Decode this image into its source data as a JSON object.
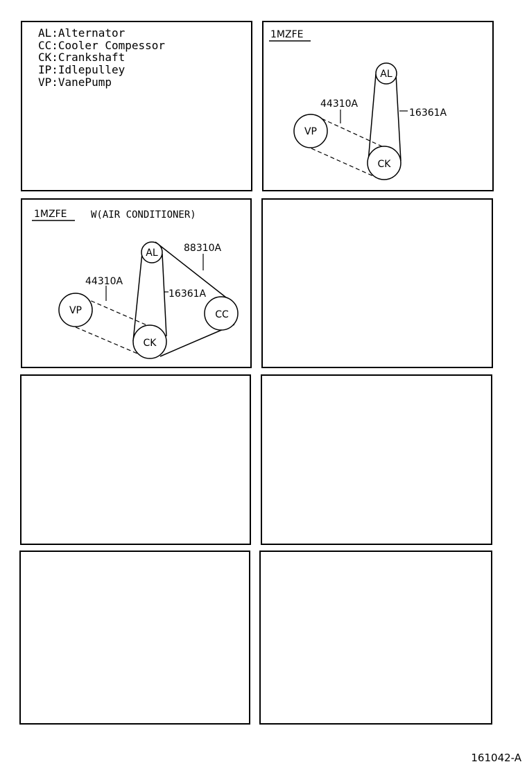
{
  "legend": [
    "AL:Alternator",
    "CC:Cooler Compessor",
    "CK:Crankshaft",
    "IP:Idlepulley",
    "VP:VanePump"
  ],
  "diagram1": {
    "title": "1MZFE",
    "pulleys": {
      "al": "AL",
      "vp": "VP",
      "ck": "CK"
    },
    "parts": {
      "belt_vp": "44310A",
      "belt_al": "16361A"
    }
  },
  "diagram2": {
    "title": "1MZFE",
    "subtitle": "W(AIR CONDITIONER)",
    "pulleys": {
      "al": "AL",
      "vp": "VP",
      "ck": "CK",
      "cc": "CC"
    },
    "parts": {
      "belt_vp": "44310A",
      "belt_al": "16361A",
      "belt_cc": "88310A"
    }
  },
  "figure_code": "161042-A"
}
